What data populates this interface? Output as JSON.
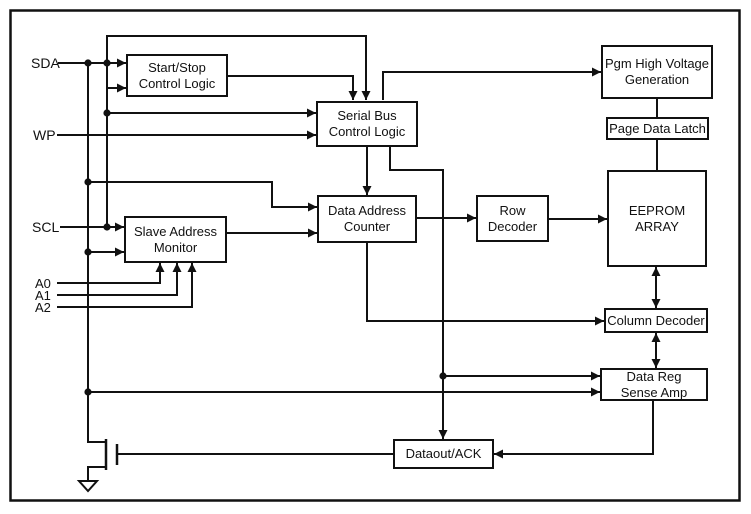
{
  "diagram": {
    "colors": {
      "line": "#111111",
      "background": "#ffffff"
    },
    "pins": {
      "sda": "SDA",
      "wp": "WP",
      "scl": "SCL",
      "a0": "A0",
      "a1": "A1",
      "a2": "A2"
    },
    "blocks": {
      "start_stop": "Start/Stop\nControl Logic",
      "serial_bus": "Serial Bus\nControl Logic",
      "pgm_hv": "Pgm High Voltage\nGeneration",
      "page_latch": "Page Data Latch",
      "data_addr": "Data Address\nCounter",
      "row_dec": "Row\nDecoder",
      "eeprom": "EEPROM\nARRAY",
      "slave_mon": "Slave Address\nMonitor",
      "col_dec": "Column Decoder",
      "data_reg": "Data Reg\nSense Amp",
      "dataout": "Dataout/ACK"
    }
  }
}
